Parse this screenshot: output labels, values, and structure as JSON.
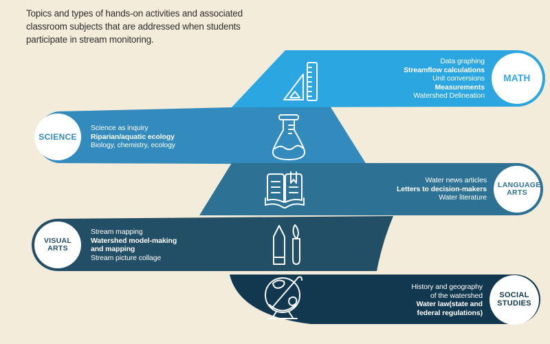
{
  "intro": {
    "lines": [
      "Topics and types of hands-on activities and associated",
      "classroom subjects that are addressed when students",
      "participate in stream monitoring."
    ]
  },
  "colors": {
    "background": "#F3ECDA",
    "math": "#2BA6E0",
    "science": "#328ABD",
    "language_arts": "#2D7294",
    "visual_arts": "#224F66",
    "social_studies": "#11384F",
    "intro_text": "#2F2F2F",
    "icon_stroke": "#FFFFFF",
    "circle_fill": "#FFFFFF"
  },
  "subjects": [
    {
      "id": "math",
      "circle_label": "MATH",
      "icon": "set-square-ruler-icon",
      "items": [
        {
          "text": "Data graphing",
          "bold": false
        },
        {
          "text": "Streamflow calculations",
          "bold": true
        },
        {
          "text": "Unit conversions",
          "bold": false
        },
        {
          "text": "Measurements",
          "bold": true
        },
        {
          "text": "Watershed Delineation",
          "bold": false
        }
      ]
    },
    {
      "id": "science",
      "circle_label": "SCIENCE",
      "icon": "flask-icon",
      "items": [
        {
          "text": "Science as inquiry",
          "bold": false
        },
        {
          "text": "Riparian/aquatic ecology",
          "bold": true
        },
        {
          "text": "Biology, chemistry, ecology",
          "bold": false
        }
      ]
    },
    {
      "id": "language-arts",
      "circle_label": "LANGUAGE ARTS",
      "icon": "open-book-icon",
      "items": [
        {
          "text": "Water news articles",
          "bold": false
        },
        {
          "text": "Letters to decision-makers",
          "bold": true
        },
        {
          "text": "Water literature",
          "bold": false
        }
      ]
    },
    {
      "id": "visual-arts",
      "circle_label": "VISUAL ARTS",
      "icon": "pencil-brush-icon",
      "items": [
        {
          "text": "Stream mapping",
          "bold": false
        },
        {
          "text": "Watershed model-making",
          "bold": true
        },
        {
          "text": "and mapping",
          "bold": true
        },
        {
          "text": "Stream picture collage",
          "bold": false
        }
      ]
    },
    {
      "id": "social-studies",
      "circle_label": "SOCIAL STUDIES",
      "icon": "globe-icon",
      "items": [
        {
          "text": "History and geography",
          "bold": false
        },
        {
          "text": "of the watershed",
          "bold": false
        },
        {
          "text": "Water law(state and",
          "bold": true
        },
        {
          "text": "federal regulations)",
          "bold": true
        }
      ]
    }
  ]
}
